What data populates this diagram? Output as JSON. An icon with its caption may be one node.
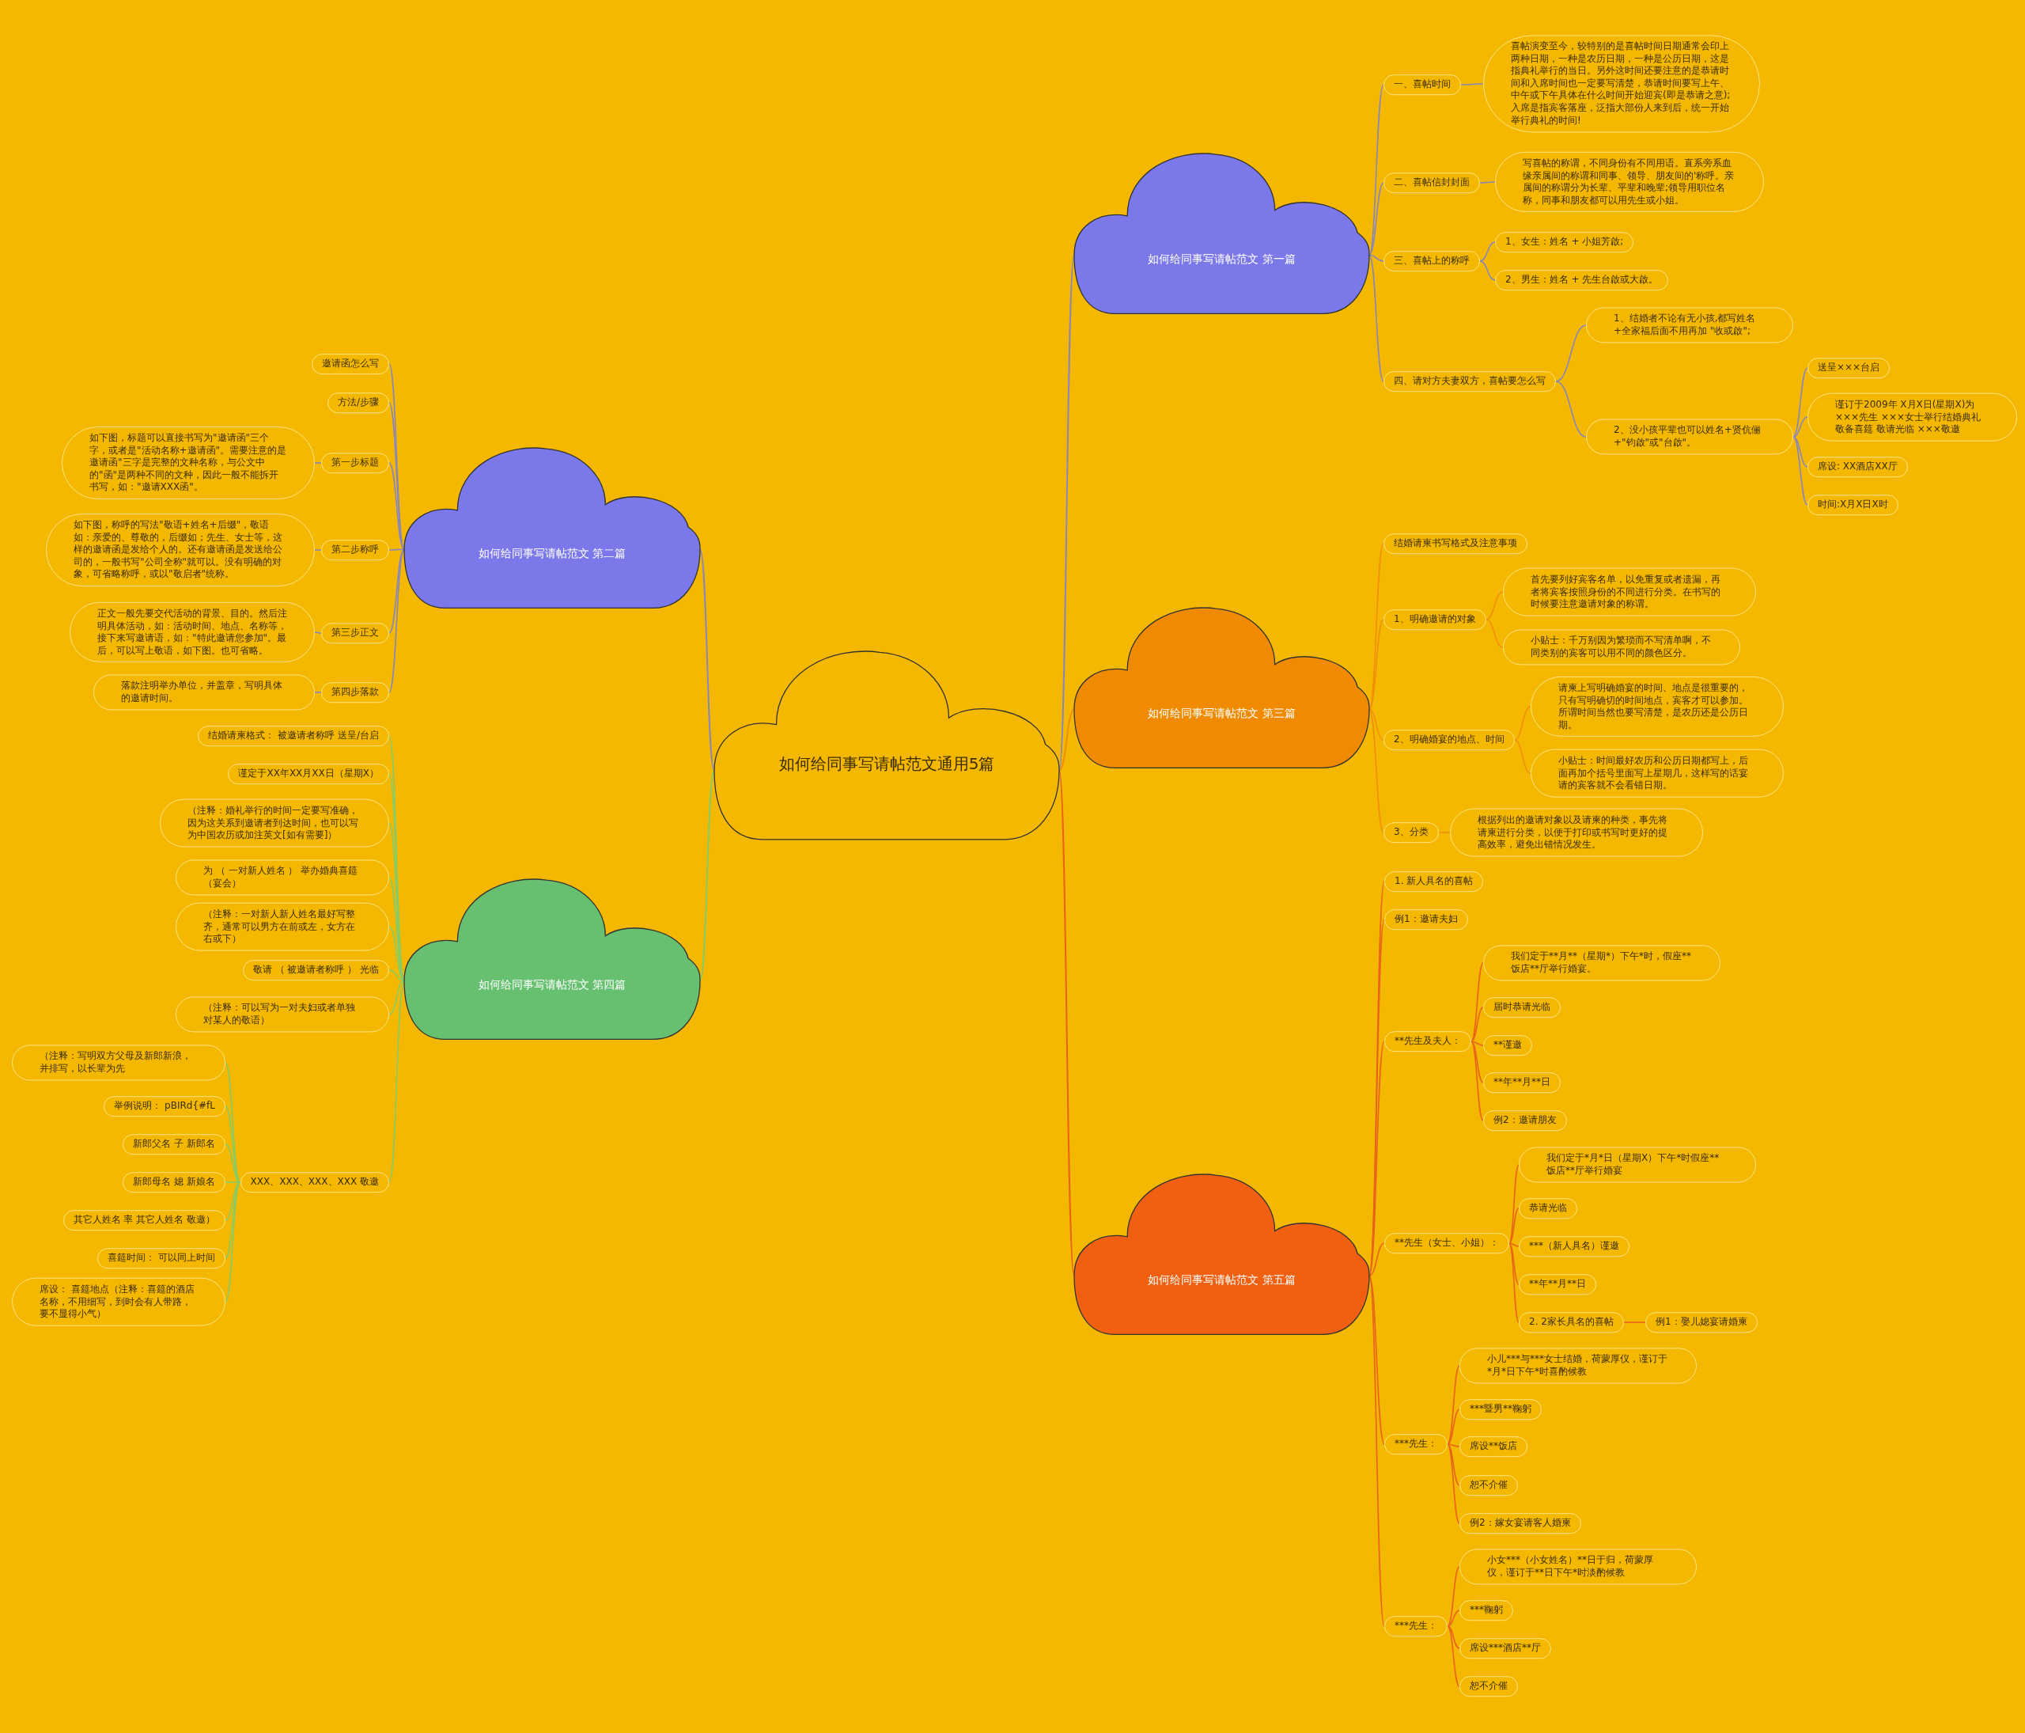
{
  "diagram": {
    "nodes": [
      {
        "text": [
          "如何给同事写请帖范文通用5篇"
        ]
      },
      {
        "text": [
          "如何给同事写请帖范文 第一篇"
        ]
      },
      {
        "text": [
          "一、喜帖时间"
        ]
      },
      {
        "text": [
          "喜帖演变至今，较特别的是喜帖时间日期通常会印上两种日期，一种是农历日期，一种是公历日期，这是指典礼举行的当日。另外这时间还要注意的是恭请时间和入席时间也一定要写清楚，恭请时间要写上午、中午或下午具体在什么时间开始迎宾(即是恭请之意);入席是指宾客落座，泛指大部份人来到后，统一开始举行典礼的时间!"
        ]
      },
      {
        "text": [
          "二、喜帖信封封面"
        ]
      },
      {
        "text": [
          "写喜帖的称谓，不同身份有不同用语。直系旁系血缘亲属间的称谓和同事、领导、朋友间的'称呼。亲属间的称谓分为长辈、平辈和晚辈;领导用职位名称，同事和朋友都可以用先生或小姐。"
        ]
      },
      {
        "text": [
          "三、喜帖上的称呼"
        ]
      },
      {
        "text": [
          "1、女生：姓名 + 小姐芳啟;"
        ]
      },
      {
        "text": [
          "2、男生：姓名 + 先生台啟或大啟。"
        ]
      },
      {
        "text": [
          "四、请对方夫妻双方，喜帖要怎么写"
        ]
      },
      {
        "text": [
          "1、结婚者不论有无小孩,都写姓名+全家福后面不用再加 \"收或啟\";"
        ]
      },
      {
        "text": [
          "2、没小孩平辈也可以姓名+贤伉俪+\"钧啟\"或\"台啟\"。"
        ]
      },
      {
        "text": [
          "送呈×××台启"
        ]
      },
      {
        "text": [
          "谨订于2009年 X月X日(星期X)为×××先生 ×××女士举行结婚典礼敬备喜筵 敬请光临 ×××敬邀"
        ]
      },
      {
        "text": [
          "席设: XX酒店XX厅"
        ]
      },
      {
        "text": [
          "时间:X月X日X时"
        ]
      },
      {
        "text": [
          "如何给同事写请帖范文 第二篇"
        ]
      },
      {
        "text": [
          "邀请函怎么写"
        ]
      },
      {
        "text": [
          "方法/步骤"
        ]
      },
      {
        "text": [
          "第一步标题"
        ]
      },
      {
        "text": [
          "如下图，标题可以直接书写为\"邀请函\"三个字，或者是\"活动名称+邀请函\"。需要注意的是邀请函\"三字是完整的文种名称，与公文中的\"函\"是两种不同的文种，因此一般不能拆开书写，如：\"邀请XXX函\"。"
        ]
      },
      {
        "text": [
          "第二步称呼"
        ]
      },
      {
        "text": [
          "如下图，称呼的写法\"敬语+姓名+后缀\"，敬语如：亲爱的、尊敬的，后缀如；先生、女士等，这样的邀请函是发给个人的。还有邀请函是发送给公司的，一般书写\"公司全称\"就可以。没有明确的对象，可省略称呼，或以\"敬启者\"统称。"
        ]
      },
      {
        "text": [
          "第三步正文"
        ]
      },
      {
        "text": [
          "正文一般先要交代活动的背景、目的。然后注明具体活动，如：活动时间、地点、名称等，接下来写邀请语，如：\"特此邀请您参加\"。最后，可以写上敬语，如下图。也可省略。"
        ]
      },
      {
        "text": [
          "第四步落款"
        ]
      },
      {
        "text": [
          "落款注明举办单位，并盖章，写明具体的邀请时间。"
        ]
      },
      {
        "text": [
          "如何给同事写请帖范文 第三篇"
        ]
      },
      {
        "text": [
          "结婚请柬书写格式及注意事项"
        ]
      },
      {
        "text": [
          "1、明确邀请的对象"
        ]
      },
      {
        "text": [
          "首先要列好宾客名单，以免重复或者遗漏，再者将宾客按照身份的不同进行分类。在书写的时候要注意邀请对象的称谓。"
        ]
      },
      {
        "text": [
          "小贴士：千万别因为繁琐而不写清单啊，不同类别的宾客可以用不同的颜色区分。"
        ]
      },
      {
        "text": [
          "2、明确婚宴的地点、时间"
        ]
      },
      {
        "text": [
          "请柬上写明确婚宴的时间、地点是很重要的，只有写明确切的时间地点，宾客才可以参加。所谓时间当然也要写清楚，是农历还是公历日期。"
        ]
      },
      {
        "text": [
          "小贴士：时间最好农历和公历日期都写上，后面再加个括号里面写上星期几，这样写的话宴请的宾客就不会看错日期。"
        ]
      },
      {
        "text": [
          "3、分类"
        ]
      },
      {
        "text": [
          "根据列出的邀请对象以及请柬的种类，事先将请柬进行分类，以便于打印或书写时更好的提高效率，避免出错情况发生。"
        ]
      },
      {
        "text": [
          "如何给同事写请帖范文 第四篇"
        ]
      },
      {
        "text": [
          "结婚请柬格式： 被邀请者称呼 送呈/台启"
        ]
      },
      {
        "text": [
          "谨定于XX年XX月XX日（星期X）"
        ]
      },
      {
        "text": [
          "（注释：婚礼举行的时间一定要写准确，因为这关系到邀请者到达时间，也可以写为中国农历或加注英文[如有需要]）"
        ]
      },
      {
        "text": [
          "为 （ 一对新人姓名 ） 举办婚典喜筵（宴会）"
        ]
      },
      {
        "text": [
          "（注释：一对新人新人姓名最好写整齐，通常可以男方在前或左，女方在右或下）"
        ]
      },
      {
        "text": [
          "敬请 （ 被邀请者称呼 ） 光临"
        ]
      },
      {
        "text": [
          "（注释：可以写为一对夫妇或者单独对某人的敬语）"
        ]
      },
      {
        "text": [
          "XXX、XXX、XXX、XXX 敬邀"
        ]
      },
      {
        "text": [
          "（注释：写明双方父母及新郎新浪，并排写，以长辈为先"
        ]
      },
      {
        "text": [
          "举例说明： pBIRd{#fL"
        ]
      },
      {
        "text": [
          "新郎父名 子 新郎名"
        ]
      },
      {
        "text": [
          "新郎母名 媳 新娘名"
        ]
      },
      {
        "text": [
          "其它人姓名 率 其它人姓名 敬邀）"
        ]
      },
      {
        "text": [
          "喜筵时间： 可以同上时间"
        ]
      },
      {
        "text": [
          "席设： 喜筵地点（注释：喜筵的酒店名称，不用细写，到时会有人带路，要不显得小气）"
        ]
      },
      {
        "text": [
          "如何给同事写请帖范文 第五篇"
        ]
      },
      {
        "text": [
          "1. 新人具名的喜帖"
        ]
      },
      {
        "text": [
          "例1：邀请夫妇"
        ]
      },
      {
        "text": [
          "**先生及夫人："
        ]
      },
      {
        "text": [
          "我们定于**月**（星期*）下午*时，假座**饭店**厅举行婚宴。"
        ]
      },
      {
        "text": [
          "届时恭请光临"
        ]
      },
      {
        "text": [
          "**谨邀"
        ]
      },
      {
        "text": [
          "**年**月**日"
        ]
      },
      {
        "text": [
          "例2：邀请朋友"
        ]
      },
      {
        "text": [
          "**先生（女士、小姐）："
        ]
      },
      {
        "text": [
          "我们定于*月*日（星期X）下午*时假座**饭店**厅举行婚宴"
        ]
      },
      {
        "text": [
          "恭请光临"
        ]
      },
      {
        "text": [
          "***（新人具名）谨邀"
        ]
      },
      {
        "text": [
          "**年**月**日"
        ]
      },
      {
        "text": [
          "2. 2家长具名的喜帖"
        ]
      },
      {
        "text": [
          "例1：娶儿媳宴请婚柬"
        ]
      },
      {
        "text": [
          "***先生："
        ]
      },
      {
        "text": [
          "小儿***与***女士结婚，荷蒙厚仪，谨订于*月*日下午*时喜酌候教"
        ]
      },
      {
        "text": [
          "***暨男**鞠躬"
        ]
      },
      {
        "text": [
          "席设**饭店"
        ]
      },
      {
        "text": [
          "恕不介催"
        ]
      },
      {
        "text": [
          "例2：嫁女宴请客人婚柬"
        ]
      },
      {
        "text": [
          "***先生："
        ]
      },
      {
        "text": [
          "小女***（小女姓名）**日于归，荷蒙厚仪，谨订于**日下午*时淡酌候教"
        ]
      },
      {
        "text": [
          "***鞠躬"
        ]
      },
      {
        "text": [
          "席设***酒店**厅"
        ]
      },
      {
        "text": [
          "恕不介催"
        ]
      }
    ],
    "edges": [
      {
        "from": 0,
        "to": 1,
        "arrow": "none",
        "color": "#8a87b8"
      },
      {
        "from": 0,
        "to": 16,
        "arrow": "none",
        "color": "#8a87b8"
      },
      {
        "from": 0,
        "to": 27,
        "arrow": "none",
        "color": "#f0900a"
      },
      {
        "from": 0,
        "to": 37,
        "arrow": "none",
        "color": "#86cc66"
      },
      {
        "from": 0,
        "to": 53,
        "arrow": "none",
        "color": "#e8641a"
      },
      {
        "from": 1,
        "to": 2,
        "arrow": "none",
        "color": "#8a87b8"
      },
      {
        "from": 2,
        "to": 3,
        "arrow": "none",
        "color": "#8a87b8"
      },
      {
        "from": 1,
        "to": 4,
        "arrow": "none",
        "color": "#8a87b8"
      },
      {
        "from": 4,
        "to": 5,
        "arrow": "none",
        "color": "#8a87b8"
      },
      {
        "from": 1,
        "to": 6,
        "arrow": "none",
        "color": "#8a87b8"
      },
      {
        "from": 6,
        "to": 7,
        "arrow": "none",
        "color": "#8a87b8"
      },
      {
        "from": 6,
        "to": 8,
        "arrow": "none",
        "color": "#8a87b8"
      },
      {
        "from": 1,
        "to": 9,
        "arrow": "none",
        "color": "#8a87b8"
      },
      {
        "from": 9,
        "to": 10,
        "arrow": "none",
        "color": "#8a87b8"
      },
      {
        "from": 9,
        "to": 11,
        "arrow": "none",
        "color": "#8a87b8"
      },
      {
        "from": 11,
        "to": 12,
        "arrow": "none",
        "color": "#8a87b8"
      },
      {
        "from": 11,
        "to": 13,
        "arrow": "none",
        "color": "#8a87b8"
      },
      {
        "from": 11,
        "to": 14,
        "arrow": "none",
        "color": "#8a87b8"
      },
      {
        "from": 11,
        "to": 15,
        "arrow": "none",
        "color": "#8a87b8"
      },
      {
        "from": 16,
        "to": 17,
        "arrow": "none",
        "color": "#8a87b8"
      },
      {
        "from": 16,
        "to": 18,
        "arrow": "none",
        "color": "#8a87b8"
      },
      {
        "from": 16,
        "to": 19,
        "arrow": "none",
        "color": "#8a87b8"
      },
      {
        "from": 19,
        "to": 20,
        "arrow": "none",
        "color": "#8a87b8"
      },
      {
        "from": 16,
        "to": 21,
        "arrow": "none",
        "color": "#8a87b8"
      },
      {
        "from": 21,
        "to": 22,
        "arrow": "none",
        "color": "#8a87b8"
      },
      {
        "from": 16,
        "to": 23,
        "arrow": "none",
        "color": "#8a87b8"
      },
      {
        "from": 23,
        "to": 24,
        "arrow": "none",
        "color": "#8a87b8"
      },
      {
        "from": 16,
        "to": 25,
        "arrow": "none",
        "color": "#8a87b8"
      },
      {
        "from": 25,
        "to": 26,
        "arrow": "none",
        "color": "#8a87b8"
      },
      {
        "from": 27,
        "to": 28,
        "arrow": "none",
        "color": "#f0900a"
      },
      {
        "from": 27,
        "to": 29,
        "arrow": "none",
        "color": "#f0900a"
      },
      {
        "from": 29,
        "to": 30,
        "arrow": "none",
        "color": "#f0900a"
      },
      {
        "from": 29,
        "to": 31,
        "arrow": "none",
        "color": "#f0900a"
      },
      {
        "from": 27,
        "to": 32,
        "arrow": "none",
        "color": "#f0900a"
      },
      {
        "from": 32,
        "to": 33,
        "arrow": "none",
        "color": "#f0900a"
      },
      {
        "from": 32,
        "to": 34,
        "arrow": "none",
        "color": "#f0900a"
      },
      {
        "from": 27,
        "to": 35,
        "arrow": "none",
        "color": "#f0900a"
      },
      {
        "from": 35,
        "to": 36,
        "arrow": "none",
        "color": "#f0900a"
      },
      {
        "from": 37,
        "to": 38,
        "arrow": "none",
        "color": "#86cc66"
      },
      {
        "from": 37,
        "to": 39,
        "arrow": "none",
        "color": "#86cc66"
      },
      {
        "from": 37,
        "to": 40,
        "arrow": "none",
        "color": "#86cc66"
      },
      {
        "from": 37,
        "to": 41,
        "arrow": "none",
        "color": "#86cc66"
      },
      {
        "from": 37,
        "to": 42,
        "arrow": "none",
        "color": "#86cc66"
      },
      {
        "from": 37,
        "to": 43,
        "arrow": "none",
        "color": "#86cc66"
      },
      {
        "from": 37,
        "to": 44,
        "arrow": "none",
        "color": "#86cc66"
      },
      {
        "from": 37,
        "to": 45,
        "arrow": "none",
        "color": "#86cc66"
      },
      {
        "from": 45,
        "to": 46,
        "arrow": "none",
        "color": "#86cc66"
      },
      {
        "from": 45,
        "to": 47,
        "arrow": "none",
        "color": "#86cc66"
      },
      {
        "from": 45,
        "to": 48,
        "arrow": "none",
        "color": "#86cc66"
      },
      {
        "from": 45,
        "to": 49,
        "arrow": "none",
        "color": "#86cc66"
      },
      {
        "from": 45,
        "to": 50,
        "arrow": "none",
        "color": "#86cc66"
      },
      {
        "from": 45,
        "to": 51,
        "arrow": "none",
        "color": "#86cc66"
      },
      {
        "from": 45,
        "to": 52,
        "arrow": "none",
        "color": "#86cc66"
      },
      {
        "from": 53,
        "to": 54,
        "arrow": "none",
        "color": "#e8641a"
      },
      {
        "from": 53,
        "to": 55,
        "arrow": "none",
        "color": "#e8641a"
      },
      {
        "from": 53,
        "to": 56,
        "arrow": "none",
        "color": "#e8641a"
      },
      {
        "from": 56,
        "to": 57,
        "arrow": "none",
        "color": "#e8641a"
      },
      {
        "from": 56,
        "to": 58,
        "arrow": "none",
        "color": "#e8641a"
      },
      {
        "from": 56,
        "to": 59,
        "arrow": "none",
        "color": "#e8641a"
      },
      {
        "from": 56,
        "to": 60,
        "arrow": "none",
        "color": "#e8641a"
      },
      {
        "from": 56,
        "to": 61,
        "arrow": "none",
        "color": "#e8641a"
      },
      {
        "from": 53,
        "to": 62,
        "arrow": "none",
        "color": "#e8641a"
      },
      {
        "from": 62,
        "to": 63,
        "arrow": "none",
        "color": "#e8641a"
      },
      {
        "from": 62,
        "to": 64,
        "arrow": "none",
        "color": "#e8641a"
      },
      {
        "from": 62,
        "to": 65,
        "arrow": "none",
        "color": "#e8641a"
      },
      {
        "from": 62,
        "to": 66,
        "arrow": "none",
        "color": "#e8641a"
      },
      {
        "from": 62,
        "to": 67,
        "arrow": "none",
        "color": "#e8641a"
      },
      {
        "from": 67,
        "to": 68,
        "arrow": "none",
        "color": "#e8641a"
      },
      {
        "from": 53,
        "to": 69,
        "arrow": "none",
        "color": "#e8641a"
      },
      {
        "from": 69,
        "to": 70,
        "arrow": "none",
        "color": "#e8641a"
      },
      {
        "from": 69,
        "to": 71,
        "arrow": "none",
        "color": "#e8641a"
      },
      {
        "from": 69,
        "to": 72,
        "arrow": "none",
        "color": "#e8641a"
      },
      {
        "from": 69,
        "to": 73,
        "arrow": "none",
        "color": "#e8641a"
      },
      {
        "from": 69,
        "to": 74,
        "arrow": "none",
        "color": "#e8641a"
      },
      {
        "from": 53,
        "to": 75,
        "arrow": "none",
        "color": "#e8641a"
      },
      {
        "from": 75,
        "to": 76,
        "arrow": "none",
        "color": "#e8641a"
      },
      {
        "from": 75,
        "to": 77,
        "arrow": "none",
        "color": "#e8641a"
      },
      {
        "from": 75,
        "to": 78,
        "arrow": "none",
        "color": "#e8641a"
      },
      {
        "from": 75,
        "to": 79,
        "arrow": "none",
        "color": "#e8641a"
      }
    ]
  }
}
